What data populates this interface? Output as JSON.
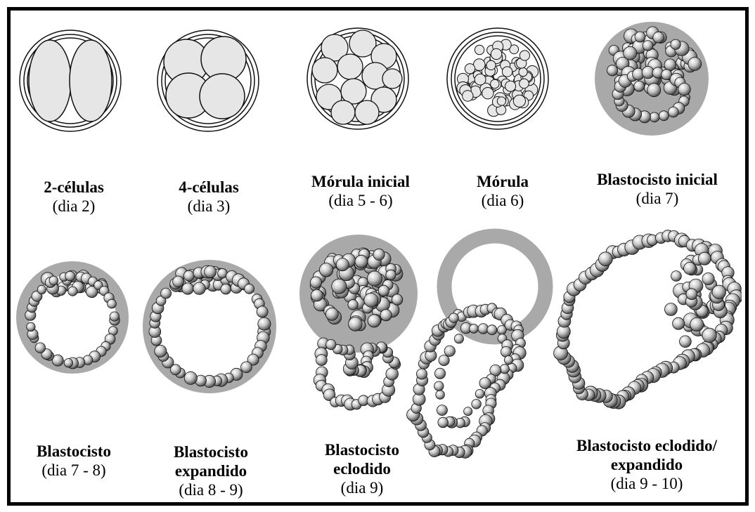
{
  "colors": {
    "background": "#ffffff",
    "frame": "#000000",
    "cell_fill": "#e6e6e6",
    "zona_ring": "#a9a9a9",
    "cell_outline": "#111111"
  },
  "stages": [
    {
      "id": "2-cells",
      "name": "2-células",
      "day": "(dia 2)",
      "icon": "two-cell-embryo-icon"
    },
    {
      "id": "4-cells",
      "name": "4-células",
      "day": "(dia 3)",
      "icon": "four-cell-embryo-icon"
    },
    {
      "id": "early-morula",
      "name": "Mórula inicial",
      "day": "(dia 5 - 6)",
      "icon": "early-morula-icon"
    },
    {
      "id": "morula",
      "name": "Mórula",
      "day": "(dia 6)",
      "icon": "morula-icon"
    },
    {
      "id": "early-blastocyst",
      "name": "Blastocisto inicial",
      "day": "(dia 7)",
      "icon": "early-blastocyst-icon"
    },
    {
      "id": "blastocyst",
      "name": "Blastocisto",
      "day": "(dia 7 - 8)",
      "icon": "blastocyst-icon"
    },
    {
      "id": "expanded-blastocyst",
      "name": "Blastocisto\nexpandido",
      "day": "(dia 8 - 9)",
      "icon": "expanded-blastocyst-icon"
    },
    {
      "id": "hatching-blastocyst",
      "name": "Blastocisto\neclodido",
      "day": "(dia 9)",
      "icon": "hatching-blastocyst-icon"
    },
    {
      "id": "hatched-blastocyst",
      "name": "Blastocisto eclodido/\nexpandido",
      "day": "(dia 9 - 10)",
      "icon": "hatched-expanded-blastocyst-icon"
    }
  ]
}
